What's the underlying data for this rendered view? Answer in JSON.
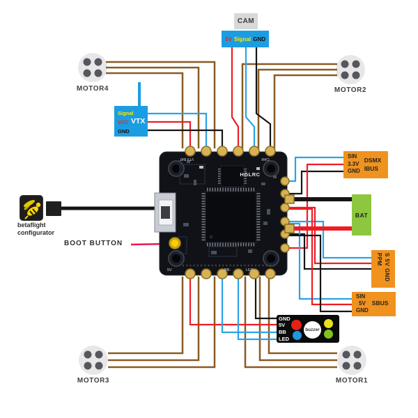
{
  "motors": {
    "m4": "MOTOR4",
    "m2": "MOTOR2",
    "m3": "MOTOR3",
    "m1": "MOTOR1"
  },
  "cam": {
    "title": "CAM",
    "pin_5v": "5V",
    "pin_signal": "Signal",
    "pin_gnd": "GND"
  },
  "vtx": {
    "title": "VTX",
    "pin_signal": "Signal",
    "pin_vcc": "VCC",
    "pin_gnd": "GND"
  },
  "receiver_top": {
    "pin_sin": "SIN",
    "pin_33v": "3.3V",
    "pin_gnd": "GND",
    "proto1": "DSMX",
    "proto2": "IBUS"
  },
  "battery": {
    "label": "BAT"
  },
  "ppm": {
    "label": "PPM",
    "pins": "S 5V GND"
  },
  "receiver_bottom": {
    "pin_sin": "SIN",
    "pin_5v": "5V",
    "pin_gnd": "GND",
    "proto": "SBUS"
  },
  "buzzer": {
    "label": "buzzer",
    "pin_gnd": "GND",
    "pin_5v": "5V",
    "pin_bb": "BB",
    "pin_led": "LED"
  },
  "usb_tool": {
    "line1": "betaflight",
    "line2": "configurator"
  },
  "boot": {
    "label": "BOOT BUTTON"
  },
  "board": {
    "brand": "HGLRC",
    "silk_vtx_bat": "VTX BAT",
    "silk_cam": "CAM",
    "silk_5v": "5V",
    "silk_bb": "BB-",
    "silk_led": "LED"
  },
  "colors": {
    "wire_brown": "#8a5a22",
    "wire_red": "#ee1c25",
    "wire_blue": "#2aa3e8",
    "wire_black": "#151515",
    "box_blue": "#1b9de2",
    "box_orange": "#f0921e",
    "box_green": "#8dc63f",
    "pad_gold": "#d7b356",
    "boot_line": "#ed1650"
  }
}
